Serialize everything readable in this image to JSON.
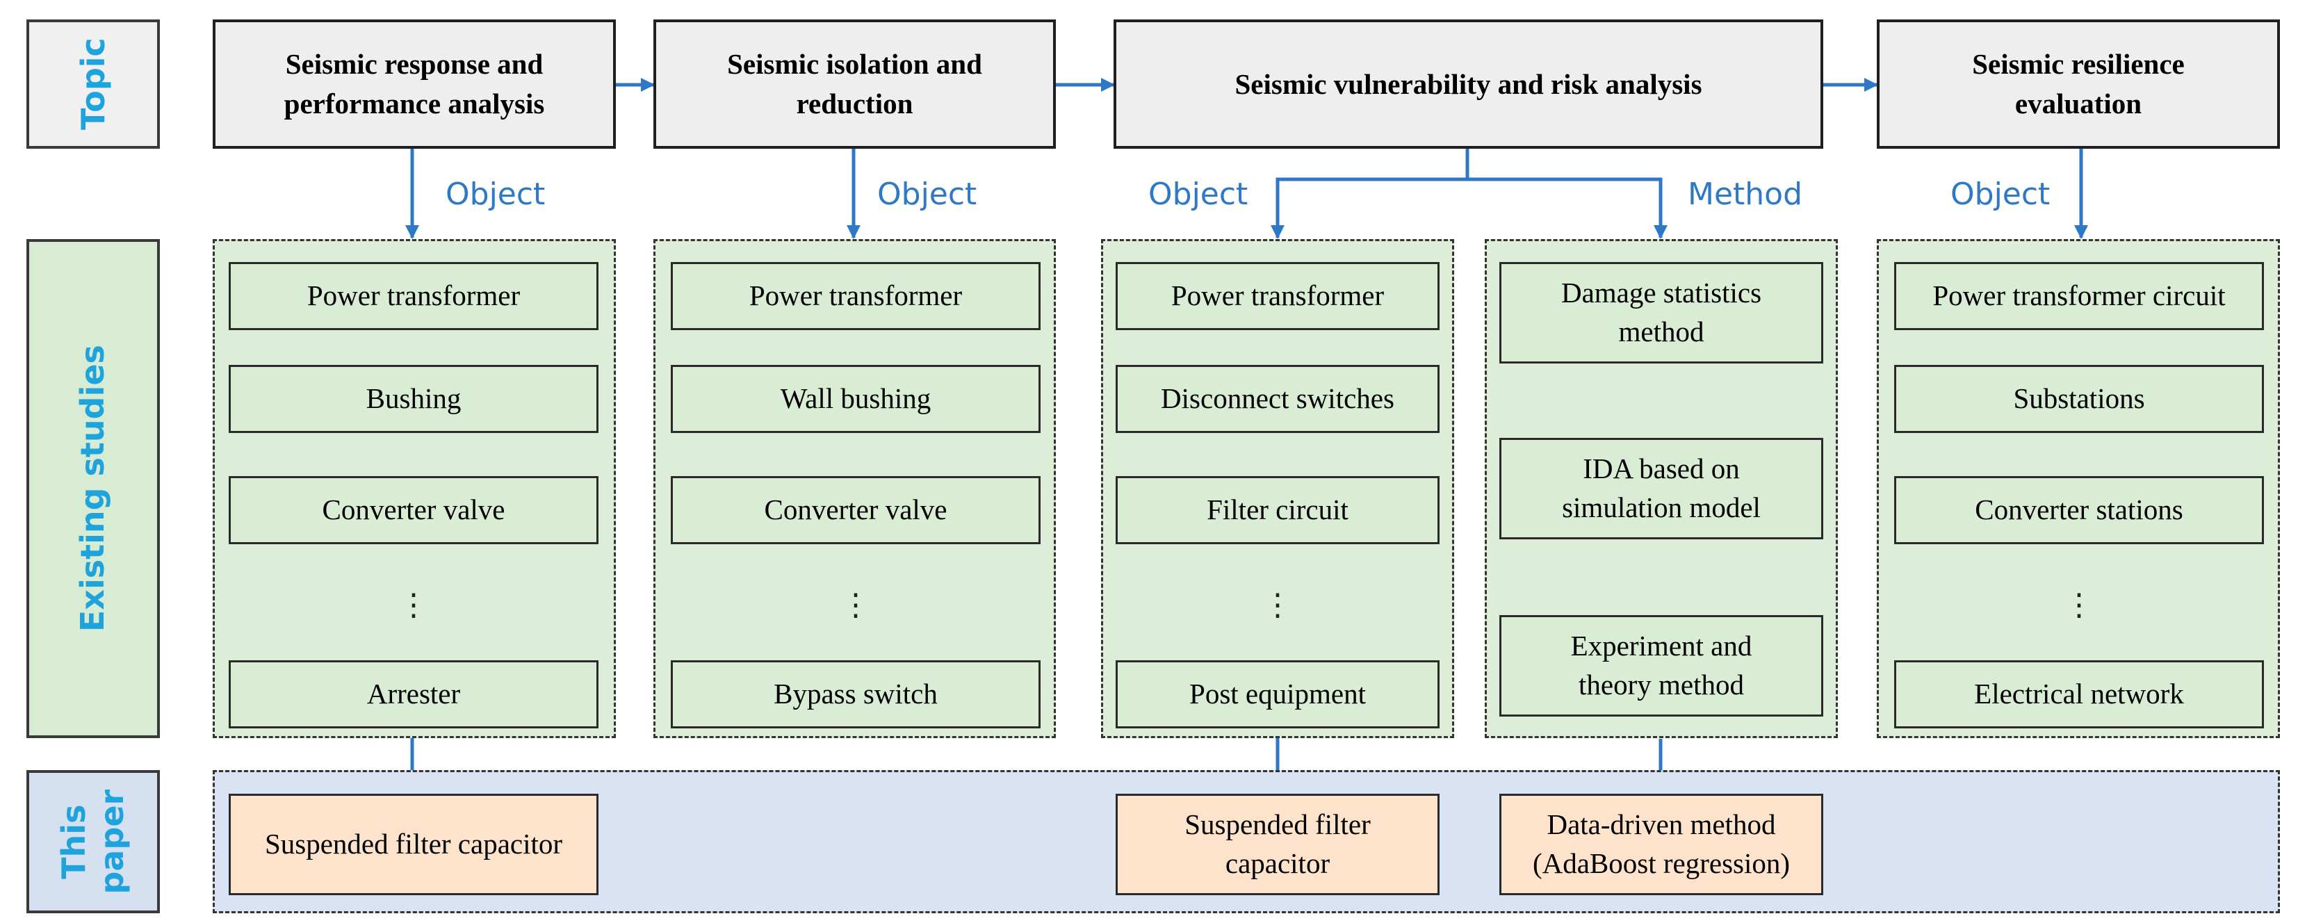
{
  "row_labels": {
    "topic": "Topic",
    "existing": "Existing studies",
    "paper": "This paper"
  },
  "topics": [
    "Seismic response and performance analysis",
    "Seismic isolation and reduction",
    "Seismic vulnerability and risk analysis",
    "Seismic resilience evaluation"
  ],
  "edge_labels": {
    "object": "Object",
    "method": "Method"
  },
  "groups": {
    "response": [
      "Power transformer",
      "Bushing",
      "Converter valve",
      "Arrester"
    ],
    "isolation": [
      "Power transformer",
      "Wall bushing",
      "Converter valve",
      "Bypass switch"
    ],
    "vulnerability_object": [
      "Power transformer",
      "Disconnect switches",
      "Filter circuit",
      "Post equipment"
    ],
    "vulnerability_method": [
      "Damage statistics method",
      "IDA based on simulation model",
      "Experiment and theory method"
    ],
    "resilience": [
      "Power transformer circuit",
      "Substations",
      "Converter stations",
      "Electrical network"
    ]
  },
  "ellipsis": "⋮",
  "paper_items": [
    "Suspended filter capacitor",
    "Suspended filter capacitor",
    "Data-driven method (AdaBoost regression)"
  ],
  "colors": {
    "arrow": "#2f78c6",
    "label_text": "#1ea3dc",
    "topic_fill": "#eeeeee",
    "group_fill": "#dcedd8",
    "paper_fill": "#dae3f3",
    "highlight_fill": "#fde3cc"
  }
}
